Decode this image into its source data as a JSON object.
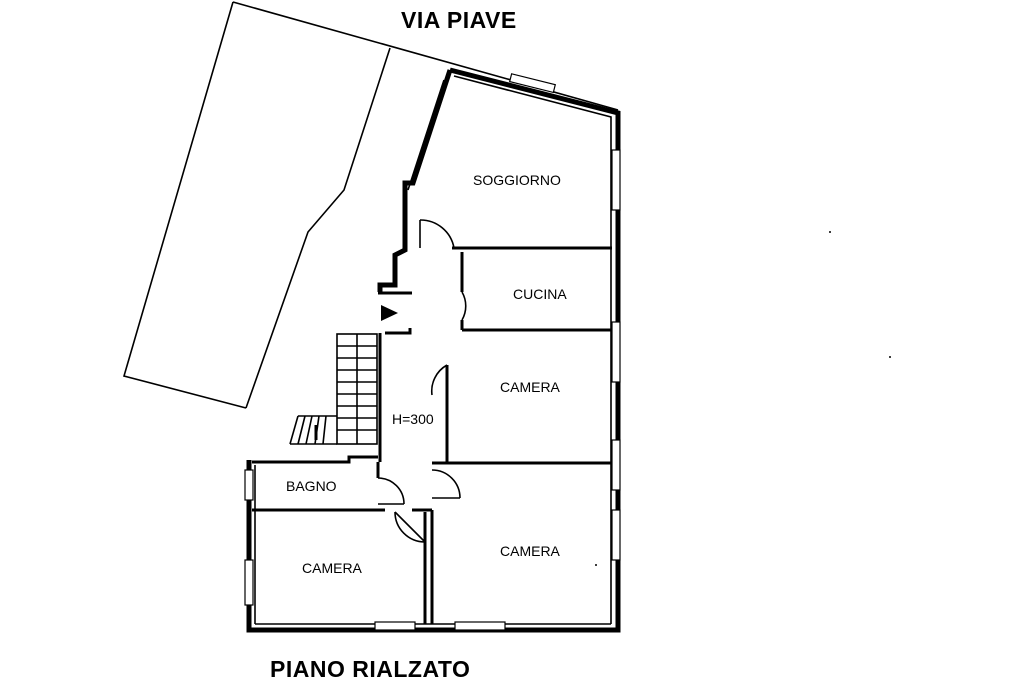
{
  "plan": {
    "street": "VIA PIAVE",
    "floor": "PIANO RIALZATO",
    "height_note": "H=300"
  },
  "rooms": {
    "soggiorno": "SOGGIORNO",
    "cucina": "CUCINA",
    "camera_1": "CAMERA",
    "camera_2": "CAMERA",
    "camera_3": "CAMERA",
    "bagno": "BAGNO"
  },
  "icons": {
    "entrance": "entrance-arrow-icon",
    "stairs": "staircase-icon"
  }
}
